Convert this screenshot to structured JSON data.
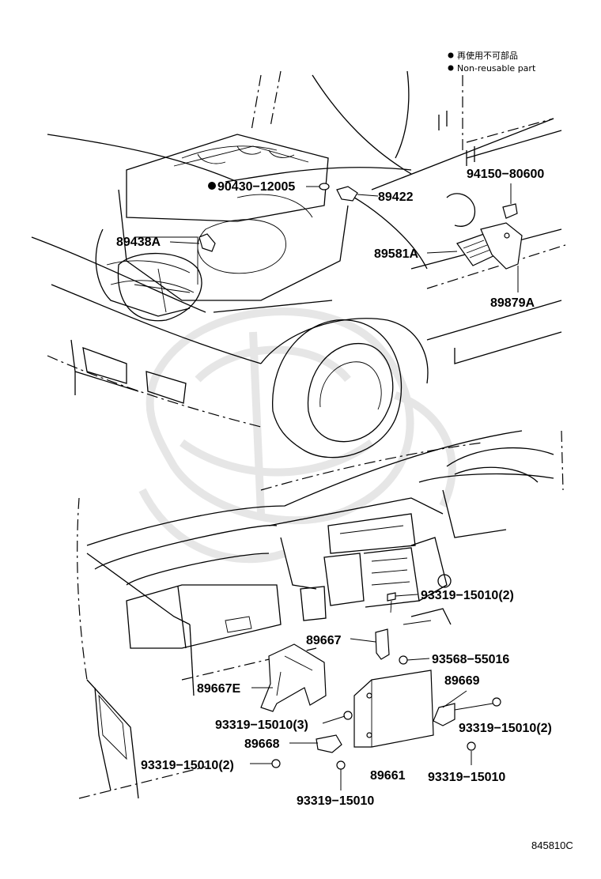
{
  "legend": {
    "line_jp": "再使用不可部品",
    "line_en": "Non-reusable part",
    "marker_color": "#000000"
  },
  "parts": {
    "p94150": "94150−80600",
    "p90430": "90430−12005",
    "p89422": "89422",
    "p89438A": "89438A",
    "p89581A": "89581A",
    "p89879A": "89879A",
    "p93319_2_top": "93319−15010(2)",
    "p89667": "89667",
    "p93568": "93568−55016",
    "p89669": "89669",
    "p89667E": "89667E",
    "p93319_3": "93319−15010(3)",
    "p93319_2_right": "93319−15010(2)",
    "p89668": "89668",
    "p93319_2_left": "93319−15010(2)",
    "p89661": "89661",
    "p93319_right": "93319−15010",
    "p93319_bottom": "93319−15010"
  },
  "diagram_code": "845810C",
  "non_reusable_parts": [
    "90430−12005"
  ]
}
